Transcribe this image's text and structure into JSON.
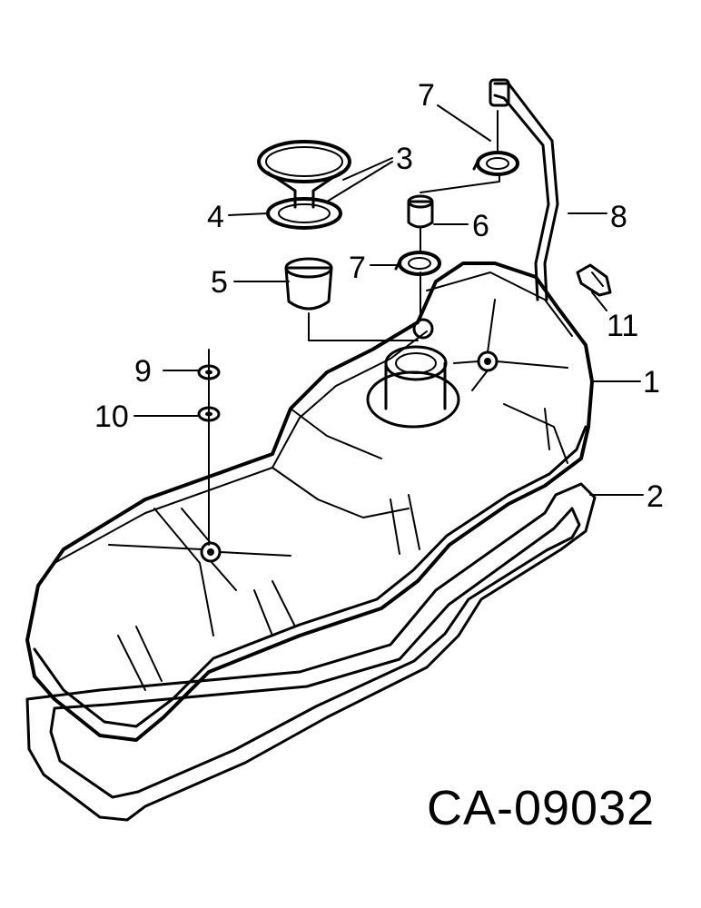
{
  "diagram": {
    "reference_code": "CA-09032",
    "callouts": [
      {
        "id": "1",
        "label": "1"
      },
      {
        "id": "2",
        "label": "2"
      },
      {
        "id": "3",
        "label": "3"
      },
      {
        "id": "4",
        "label": "4"
      },
      {
        "id": "5",
        "label": "5"
      },
      {
        "id": "6",
        "label": "6"
      },
      {
        "id": "7a",
        "label": "7"
      },
      {
        "id": "7b",
        "label": "7"
      },
      {
        "id": "8",
        "label": "8"
      },
      {
        "id": "9",
        "label": "9"
      },
      {
        "id": "10",
        "label": "10"
      },
      {
        "id": "11",
        "label": "11"
      }
    ]
  }
}
